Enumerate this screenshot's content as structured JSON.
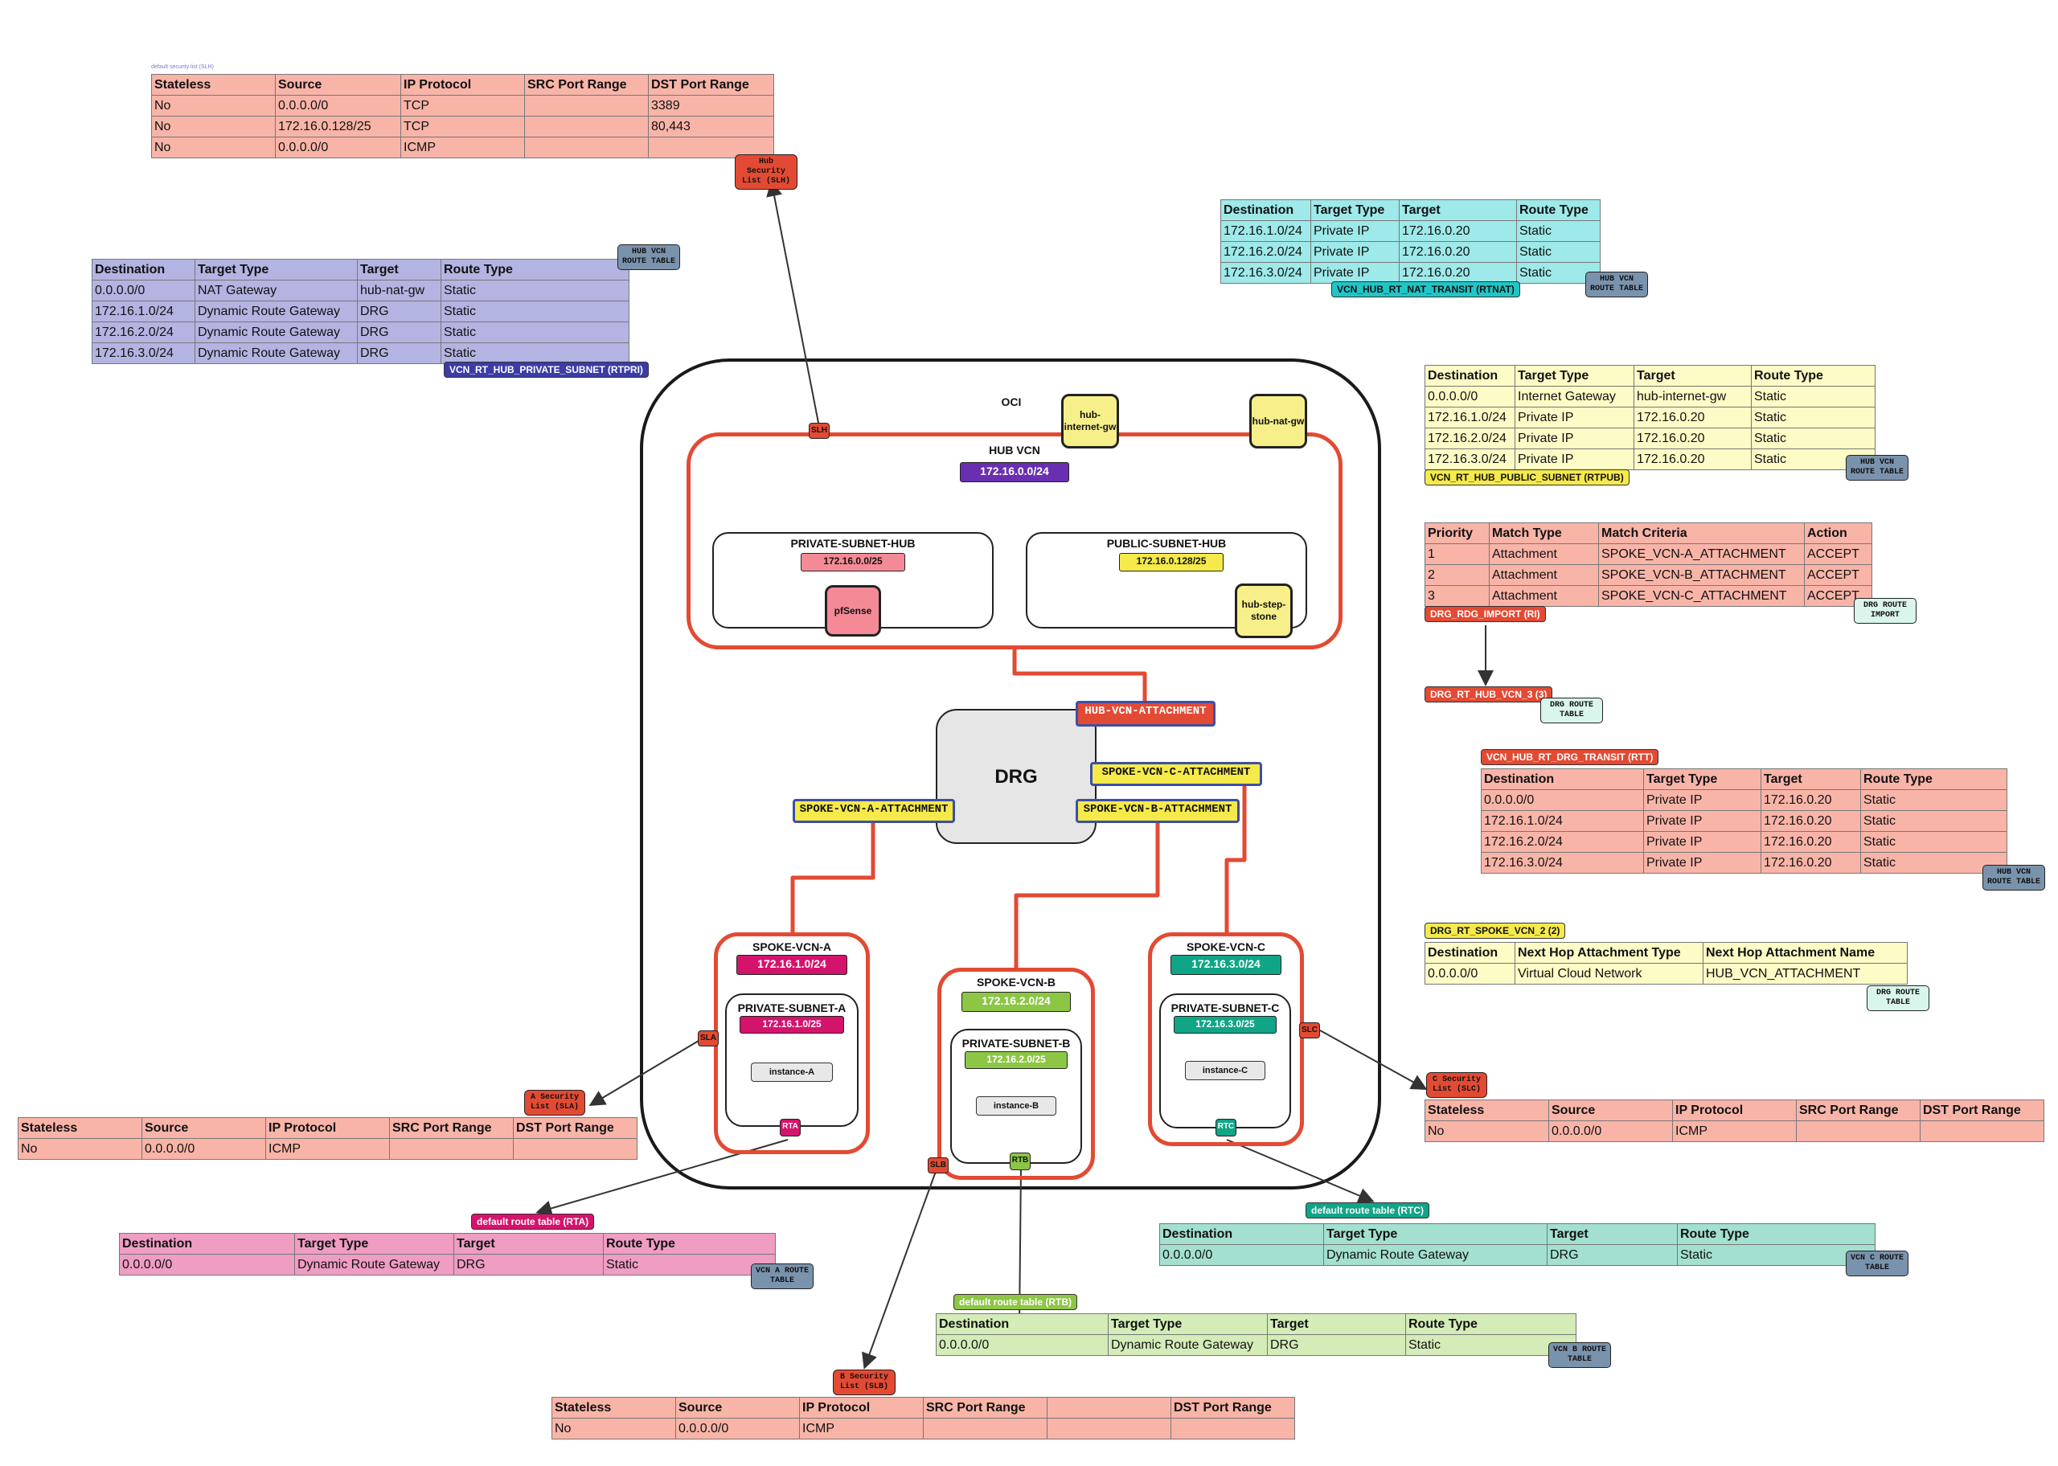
{
  "tiny_note": "default security list (SLH)",
  "diagram": {
    "oci_label": "OCI",
    "hub_vcn": {
      "title": "HUB VCN",
      "cidr": "172.16.0.0/24"
    },
    "private_subnet_hub": {
      "title": "PRIVATE-SUBNET-HUB",
      "cidr": "172.16.0.0/25",
      "node": "pfSense"
    },
    "public_subnet_hub": {
      "title": "PUBLIC-SUBNET-HUB",
      "cidr": "172.16.0.128/25",
      "node": "hub-step-stone"
    },
    "hub_internet_gw": "hub-internet-gw",
    "hub_nat_gw": "hub-nat-gw",
    "drg": "DRG",
    "attachments": {
      "hub": "HUB-VCN-ATTACHMENT",
      "spoke_a": "SPOKE-VCN-A-ATTACHMENT",
      "spoke_b": "SPOKE-VCN-B-ATTACHMENT",
      "spoke_c": "SPOKE-VCN-C-ATTACHMENT"
    },
    "spoke_a": {
      "title": "SPOKE-VCN-A",
      "cidr": "172.16.1.0/24",
      "subnet_title": "PRIVATE-SUBNET-A",
      "subnet_cidr": "172.16.1.0/25",
      "instance": "instance-A"
    },
    "spoke_b": {
      "title": "SPOKE-VCN-B",
      "cidr": "172.16.2.0/24",
      "subnet_title": "PRIVATE-SUBNET-B",
      "subnet_cidr": "172.16.2.0/25",
      "instance": "instance-B"
    },
    "spoke_c": {
      "title": "SPOKE-VCN-C",
      "cidr": "172.16.3.0/24",
      "subnet_title": "PRIVATE-SUBNET-C",
      "subnet_cidr": "172.16.3.0/25",
      "instance": "instance-C"
    },
    "ports": {
      "slh": "SLH",
      "sla": "SLA",
      "slb": "SLB",
      "slc": "SLC",
      "rta": "RTA",
      "rtb": "RTB",
      "rtc": "RTC"
    }
  },
  "tags": {
    "hub_security_list": "Hub Security List (SLH)",
    "a_security_list": "A Security List (SLA)",
    "b_security_list": "B Security List (SLB)",
    "c_security_list": "C Security List (SLC)",
    "hub_vcn_route_table": "HUB VCN ROUTE TABLE",
    "drg_route_import": "DRG ROUTE IMPORT",
    "drg_route_table": "DRG ROUTE TABLE",
    "vcn_a_route_table": "VCN A ROUTE TABLE",
    "vcn_b_route_table": "VCN B ROUTE TABLE",
    "vcn_c_route_table": "VCN C ROUTE TABLE"
  },
  "labels": {
    "rtpri": "VCN_RT_HUB_PRIVATE_SUBNET (RTPRI)",
    "rtnat": "VCN_HUB_RT_NAT_TRANSIT (RTNAT)",
    "rtpub": "VCN_RT_HUB_PUBLIC_SUBNET (RTPUB)",
    "ri": "DRG_RDG_IMPORT (RI)",
    "hub_vcn_3": "DRG_RT_HUB_VCN_3 (3)",
    "rtt": "VCN_HUB_RT_DRG_TRANSIT (RTT)",
    "spoke_vcn_2": "DRG_RT_SPOKE_VCN_2 (2)",
    "rta": "default route table (RTA)",
    "rtb": "default route table (RTB)",
    "rtc": "default route table (RTC)"
  },
  "tables": {
    "slh": {
      "headers": [
        "Stateless",
        "Source",
        "IP Protocol",
        "SRC Port Range",
        "DST Port Range"
      ],
      "rows": [
        [
          "No",
          "0.0.0.0/0",
          "TCP",
          "",
          "3389"
        ],
        [
          "No",
          "172.16.0.128/25",
          "TCP",
          "",
          "80,443"
        ],
        [
          "No",
          "0.0.0.0/0",
          "ICMP",
          "",
          ""
        ]
      ]
    },
    "rtpri": {
      "headers": [
        "Destination",
        "Target Type",
        "Target",
        "Route Type"
      ],
      "rows": [
        [
          "0.0.0.0/0",
          "NAT Gateway",
          "hub-nat-gw",
          "Static"
        ],
        [
          "172.16.1.0/24",
          "Dynamic Route Gateway",
          "DRG",
          "Static"
        ],
        [
          "172.16.2.0/24",
          "Dynamic Route Gateway",
          "DRG",
          "Static"
        ],
        [
          "172.16.3.0/24",
          "Dynamic Route Gateway",
          "DRG",
          "Static"
        ]
      ]
    },
    "rtnat": {
      "headers": [
        "Destination",
        "Target Type",
        "Target",
        "Route Type"
      ],
      "rows": [
        [
          "172.16.1.0/24",
          "Private IP",
          "172.16.0.20",
          "Static"
        ],
        [
          "172.16.2.0/24",
          "Private IP",
          "172.16.0.20",
          "Static"
        ],
        [
          "172.16.3.0/24",
          "Private IP",
          "172.16.0.20",
          "Static"
        ]
      ]
    },
    "rtpub": {
      "headers": [
        "Destination",
        "Target Type",
        "Target",
        "Route Type"
      ],
      "rows": [
        [
          "0.0.0.0/0",
          "Internet Gateway",
          "hub-internet-gw",
          "Static"
        ],
        [
          "172.16.1.0/24",
          "Private IP",
          "172.16.0.20",
          "Static"
        ],
        [
          "172.16.2.0/24",
          "Private IP",
          "172.16.0.20",
          "Static"
        ],
        [
          "172.16.3.0/24",
          "Private IP",
          "172.16.0.20",
          "Static"
        ]
      ]
    },
    "ri": {
      "headers": [
        "Priority",
        "Match Type",
        "Match Criteria",
        "Action"
      ],
      "rows": [
        [
          "1",
          "Attachment",
          "SPOKE_VCN-A_ATTACHMENT",
          "ACCEPT"
        ],
        [
          "2",
          "Attachment",
          "SPOKE_VCN-B_ATTACHMENT",
          "ACCEPT"
        ],
        [
          "3",
          "Attachment",
          "SPOKE_VCN-C_ATTACHMENT",
          "ACCEPT"
        ]
      ]
    },
    "rtt": {
      "headers": [
        "Destination",
        "Target Type",
        "Target",
        "Route Type"
      ],
      "rows": [
        [
          "0.0.0.0/0",
          "Private IP",
          "172.16.0.20",
          "Static"
        ],
        [
          "172.16.1.0/24",
          "Private IP",
          "172.16.0.20",
          "Static"
        ],
        [
          "172.16.2.0/24",
          "Private IP",
          "172.16.0.20",
          "Static"
        ],
        [
          "172.16.3.0/24",
          "Private IP",
          "172.16.0.20",
          "Static"
        ]
      ]
    },
    "spoke2": {
      "headers": [
        "Destination",
        "Next Hop Attachment Type",
        "Next Hop Attachment Name"
      ],
      "rows": [
        [
          "0.0.0.0/0",
          "Virtual Cloud Network",
          "HUB_VCN_ATTACHMENT"
        ]
      ]
    },
    "sla": {
      "headers": [
        "Stateless",
        "Source",
        "IP Protocol",
        "SRC Port Range",
        "DST Port Range"
      ],
      "rows": [
        [
          "No",
          "0.0.0.0/0",
          "ICMP",
          "",
          ""
        ]
      ]
    },
    "slc": {
      "headers": [
        "Stateless",
        "Source",
        "IP Protocol",
        "SRC Port Range",
        "DST Port Range"
      ],
      "rows": [
        [
          "No",
          "0.0.0.0/0",
          "ICMP",
          "",
          ""
        ]
      ]
    },
    "rta": {
      "headers": [
        "Destination",
        "Target Type",
        "Target",
        "Route Type"
      ],
      "rows": [
        [
          "0.0.0.0/0",
          "Dynamic Route Gateway",
          "DRG",
          "Static"
        ]
      ]
    },
    "rtc": {
      "headers": [
        "Destination",
        "Target Type",
        "Target",
        "Route Type"
      ],
      "rows": [
        [
          "0.0.0.0/0",
          "Dynamic Route Gateway",
          "DRG",
          "Static"
        ]
      ]
    },
    "rtb": {
      "headers": [
        "Destination",
        "Target Type",
        "Target",
        "Route Type"
      ],
      "rows": [
        [
          "0.0.0.0/0",
          "Dynamic Route Gateway",
          "DRG",
          "Static"
        ]
      ]
    },
    "slb": {
      "headers": [
        "Stateless",
        "Source",
        "IP Protocol",
        "SRC Port Range",
        "",
        "DST Port Range"
      ],
      "rows": [
        [
          "No",
          "0.0.0.0/0",
          "ICMP",
          "",
          "",
          ""
        ]
      ]
    }
  }
}
